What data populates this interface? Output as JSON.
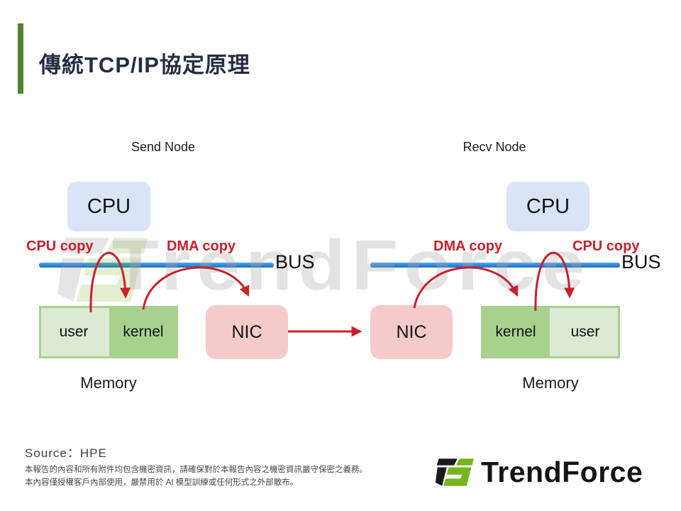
{
  "slide": {
    "title": "傳統TCP/IP協定原理"
  },
  "nodes": {
    "send": {
      "title": "Send Node",
      "cpu": "CPU",
      "copy_left": "CPU copy",
      "copy_right": "DMA copy",
      "bus": "BUS",
      "mem_left": "user",
      "mem_right": "kernel",
      "memory": "Memory",
      "nic": "NIC"
    },
    "recv": {
      "title": "Recv Node",
      "cpu": "CPU",
      "copy_left": "DMA copy",
      "copy_right": "CPU copy",
      "bus": "BUS",
      "mem_left": "kernel",
      "mem_right": "user",
      "memory": "Memory",
      "nic": "NIC"
    }
  },
  "watermark": {
    "text": "TrendForce"
  },
  "footer": {
    "source": "Source：HPE",
    "disclaimer_line1": "本報告的內容和所有附件均包含機密資訊，請確保對於本報告內容之機密資訊嚴守保密之義務。",
    "disclaimer_line2": "本內容僅授權客戶內部使用，嚴禁用於 AI 模型訓練或任何形式之外部散布。",
    "logo_text": "TrendForce"
  },
  "colors": {
    "accent_red": "#c9202c",
    "bus_blue": "#2e86dc",
    "cpu_box_blue": "#d9e5f6",
    "nic_box_pink": "#f5caca",
    "memory_green": "#a9d18e",
    "memory_light_green": "#dcead3",
    "title_bar_green": "#4e8431",
    "logo_green": "#76b51f",
    "title_text": "#232e41"
  }
}
